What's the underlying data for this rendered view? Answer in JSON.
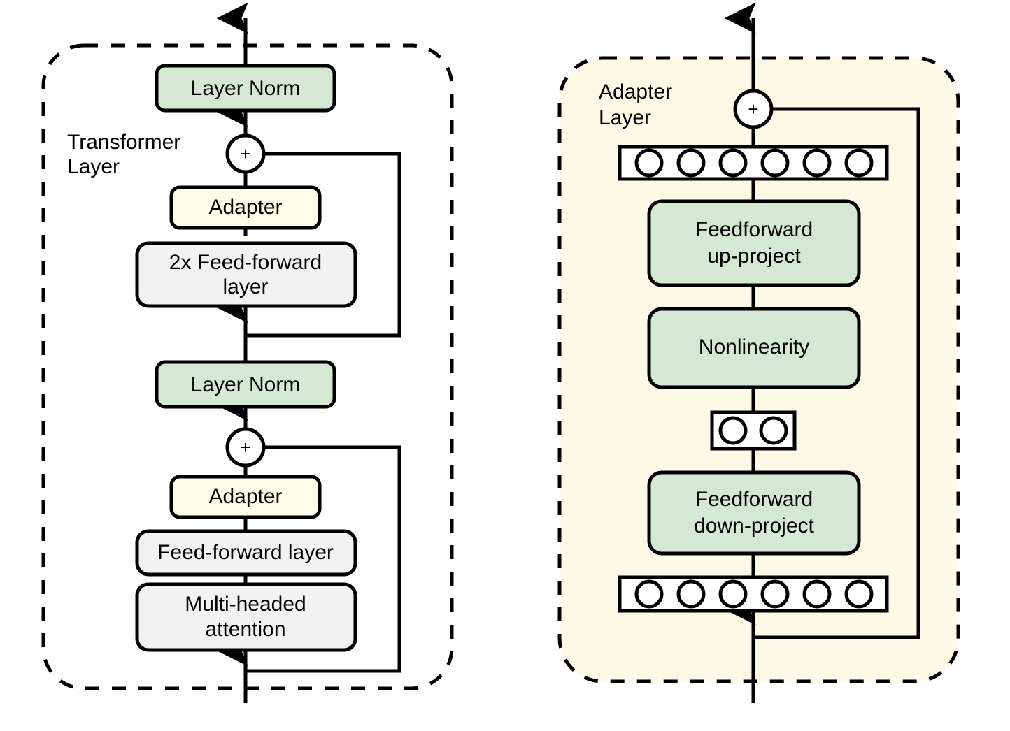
{
  "figure": {
    "title": "Transformer layer with adapters and adapter layer internals",
    "panels": [
      {
        "id": "transformer-layer",
        "group_label": "Transformer Layer",
        "container_style": "dashed-rounded",
        "container_fill": "#ffffff"
      },
      {
        "id": "adapter-layer",
        "group_label": "Adapter Layer",
        "container_style": "dashed-rounded",
        "container_fill": "#fdf9e7"
      }
    ]
  },
  "colors": {
    "green": "#d5e8d4",
    "yellow": "#fffde8",
    "gray": "#f2f2f2",
    "white": "#ffffff",
    "stroke": "#000000",
    "adapter_panel_bg": "#fdf9e7"
  },
  "left_panel": {
    "group_label_line1": "Transformer",
    "group_label_line2": "Layer",
    "blocks": [
      {
        "id": "layer-norm-top",
        "label": "Layer Norm",
        "fill": "green"
      },
      {
        "id": "adapter-top",
        "label": "Adapter",
        "fill": "yellow"
      },
      {
        "id": "feed-forward-2x",
        "label_line1": "2x Feed-forward",
        "label_line2": "layer",
        "fill": "gray"
      },
      {
        "id": "layer-norm-mid",
        "label": "Layer Norm",
        "fill": "green"
      },
      {
        "id": "adapter-bottom",
        "label": "Adapter",
        "fill": "yellow"
      },
      {
        "id": "feed-forward-layer",
        "label": "Feed-forward layer",
        "fill": "gray"
      },
      {
        "id": "multi-headed-attention",
        "label_line1": "Multi-headed",
        "label_line2": "attention",
        "fill": "gray"
      }
    ],
    "add_nodes": [
      {
        "id": "add-top",
        "symbol": "+"
      },
      {
        "id": "add-bottom",
        "symbol": "+"
      }
    ]
  },
  "right_panel": {
    "group_label_line1": "Adapter",
    "group_label_line2": "Layer",
    "blocks": [
      {
        "id": "feedforward-up-project",
        "label_line1": "Feedforward",
        "label_line2": "up-project",
        "fill": "green"
      },
      {
        "id": "nonlinearity",
        "label": "Nonlinearity",
        "fill": "green"
      },
      {
        "id": "feedforward-down-project",
        "label_line1": "Feedforward",
        "label_line2": "down-project",
        "fill": "green"
      }
    ],
    "neuron_rows": [
      {
        "id": "neuron-row-output",
        "count": 6
      },
      {
        "id": "neuron-row-bottleneck",
        "count": 2
      },
      {
        "id": "neuron-row-input",
        "count": 6
      }
    ],
    "add_nodes": [
      {
        "id": "add-adapter",
        "symbol": "+"
      }
    ]
  }
}
